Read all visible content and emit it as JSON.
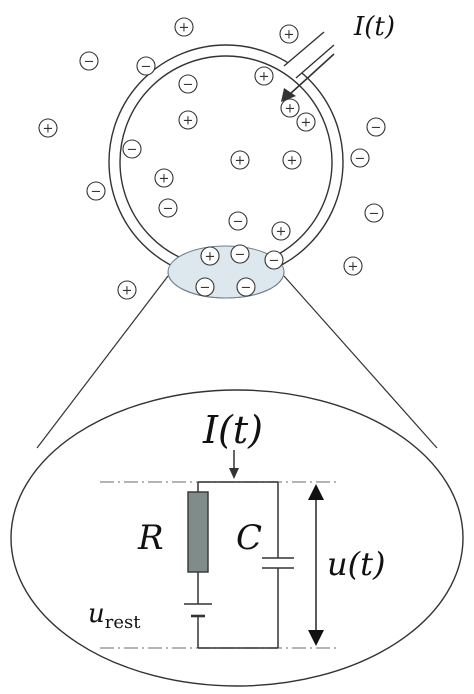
{
  "labels": {
    "current_top": "I(t)",
    "current_circuit": "I(t)",
    "resistor": "R",
    "capacitor": "C",
    "voltage": "u(t)",
    "rest_potential_symbol": "u",
    "rest_potential_subscript": "rest"
  },
  "ions": [
    {
      "sign": "+"
    },
    {
      "sign": "+"
    },
    {
      "sign": "−"
    },
    {
      "sign": "−"
    },
    {
      "sign": "+"
    },
    {
      "sign": "−"
    },
    {
      "sign": "+"
    },
    {
      "sign": "+"
    },
    {
      "sign": "+"
    },
    {
      "sign": "−"
    },
    {
      "sign": "−"
    },
    {
      "sign": "+"
    },
    {
      "sign": "+"
    },
    {
      "sign": "−"
    },
    {
      "sign": "+"
    },
    {
      "sign": "−"
    },
    {
      "sign": "−"
    },
    {
      "sign": "−"
    },
    {
      "sign": "+"
    },
    {
      "sign": "−"
    },
    {
      "sign": "+"
    },
    {
      "sign": "−"
    },
    {
      "sign": "+"
    },
    {
      "sign": "+"
    },
    {
      "sign": "−"
    },
    {
      "sign": "−"
    },
    {
      "sign": "+"
    },
    {
      "sign": "−"
    }
  ],
  "colors": {
    "stroke": "#333333",
    "resistor_fill": "#7f8c8a",
    "patch_fill": "#dde7ee",
    "dashed_line": "#888888"
  }
}
